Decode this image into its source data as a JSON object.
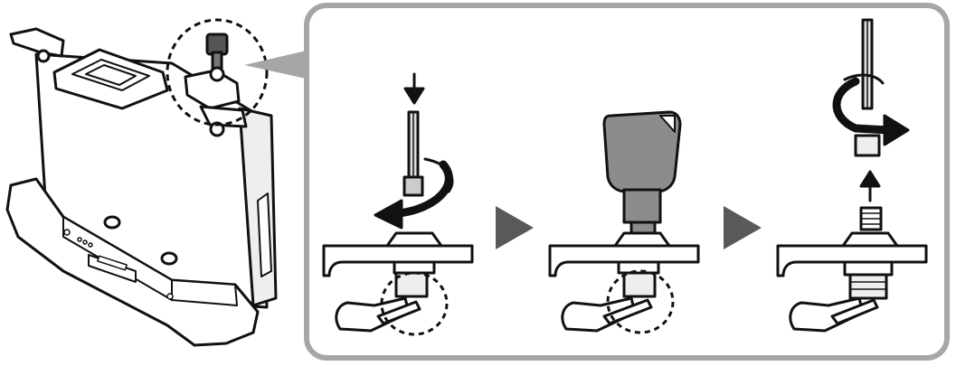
{
  "figure": {
    "overview": {
      "name": "docking-cradle-illustration"
    },
    "detail_panel": {
      "name": "key-lock-removal-steps"
    },
    "steps": [
      {
        "name": "step-1-insert-and-turn-key"
      },
      {
        "name": "step-2-key-engaged-in-lock"
      },
      {
        "name": "step-3-lift-out-lock-cylinder"
      }
    ],
    "colors": {
      "stroke": "#111111",
      "panel_border": "#a6a6a6",
      "callout": "#a6a6a6",
      "step_arrow": "#595959",
      "key_fill": "#8c8c8c",
      "part_fill": "#ffffff"
    }
  }
}
